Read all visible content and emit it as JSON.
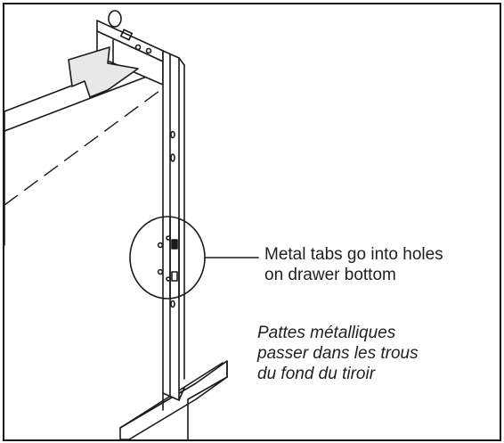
{
  "caption_en": {
    "line1": "Metal tabs go into holes",
    "line2": "on drawer bottom"
  },
  "caption_fr": {
    "line1": "Pattes métalliques",
    "line2": "passer dans les trous",
    "line3": "du fond du tiroir"
  },
  "colors": {
    "line": "#1a1a1a",
    "arrow_fill": "#e8e8e8",
    "background": "#ffffff",
    "text": "#1f1f1f"
  }
}
